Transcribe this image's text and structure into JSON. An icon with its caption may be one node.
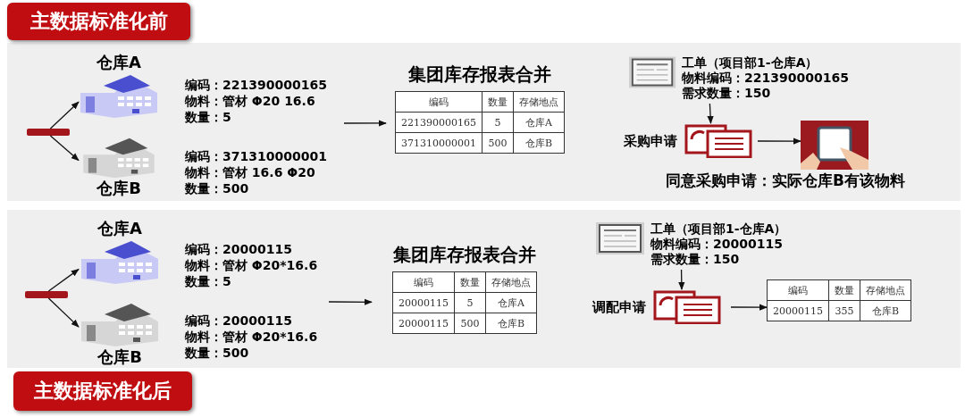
{
  "diagram": {
    "nodes": [
      {
        "text": [
          "主数据标准化前"
        ]
      },
      {
        "text": [],
        "shape": "bar",
        "in": 0
      },
      {
        "text": [
          "仓库A"
        ],
        "beside": [
          "编码：221390000165",
          "物料：管材 Φ20 16.6",
          "数量：5"
        ],
        "in": 0
      },
      {
        "text": [
          "仓库B"
        ],
        "beside": [
          "编码：371310000001",
          "物料：管材 16.6 Φ20",
          "数量：500"
        ],
        "in": 0
      },
      {
        "text": [
          "集团库存报表合并"
        ],
        "in": 0
      },
      {
        "text": [
          "工单（项目部1-仓库A）",
          "物料编码：221390000165",
          "需求数量：150"
        ],
        "in": 0
      },
      {
        "text": [
          "采购申请"
        ],
        "in": 0
      },
      {
        "text": [],
        "shape": "picture",
        "beside": [
          "同意采购申请：实际仓库B有该物料"
        ],
        "in": 0
      },
      {
        "text": [
          "主数据标准化后"
        ]
      },
      {
        "text": [],
        "shape": "bar",
        "in": 8
      },
      {
        "text": [
          "仓库A"
        ],
        "beside": [
          "编码：20000115",
          "物料：管材 Φ20*16.6",
          "数量：5"
        ],
        "in": 8
      },
      {
        "text": [
          "仓库B"
        ],
        "beside": [
          "编码：20000115",
          "物料：管材 Φ20*16.6",
          "数量：500"
        ],
        "in": 8
      },
      {
        "text": [
          "集团库存报表合并"
        ],
        "in": 8
      },
      {
        "text": [
          "工单（项目部1-仓库A）",
          "物料编码：20000115",
          "需求数量：150"
        ],
        "in": 8
      },
      {
        "text": [
          "调配申请"
        ],
        "in": 8
      },
      {
        "text": [],
        "shape": "box",
        "in": 8
      }
    ],
    "edges": [
      {
        "from": 1,
        "to": 2,
        "arrow": "to"
      },
      {
        "from": 1,
        "to": 3,
        "arrow": "to"
      },
      {
        "from": null,
        "to": 4,
        "arrow": "to"
      },
      {
        "from": 5,
        "to": 6,
        "arrow": "to"
      },
      {
        "from": 6,
        "to": 7,
        "arrow": "to"
      },
      {
        "from": 9,
        "to": 10,
        "arrow": "to"
      },
      {
        "from": 9,
        "to": 11,
        "arrow": "to"
      },
      {
        "from": null,
        "to": 12,
        "arrow": "to"
      },
      {
        "from": 13,
        "to": 14,
        "arrow": "to"
      },
      {
        "from": 14,
        "to": 15,
        "arrow": "to"
      }
    ],
    "labels": [
      "编码",
      "数量",
      "存储地点",
      "221390000165",
      "5",
      "仓库A",
      "371310000001",
      "500",
      "仓库B",
      "编码",
      "数量",
      "存储地点",
      "20000115",
      "5",
      "仓库A",
      "20000115",
      "500",
      "仓库B",
      "编码",
      "数量",
      "存储地点",
      "20000115",
      "355",
      "仓库B"
    ]
  }
}
